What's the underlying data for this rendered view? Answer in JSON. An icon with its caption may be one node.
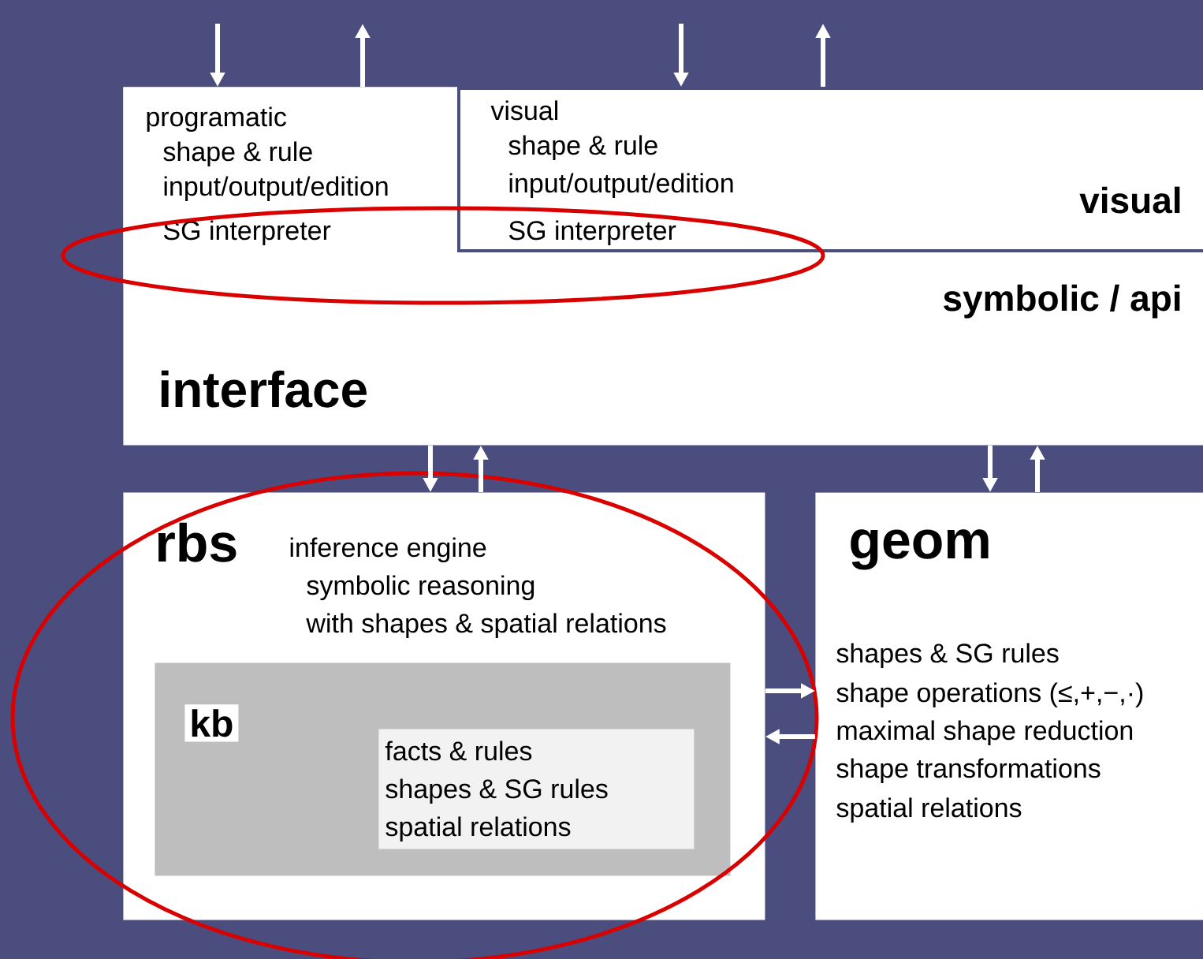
{
  "diagram": {
    "nodes": [
      {
        "text": [
          "symbolic / api",
          "interface"
        ]
      },
      {
        "text": [
          "programatic",
          "shape & rule",
          "input/output/edition",
          "SG interpreter"
        ],
        "in": 0
      },
      {
        "text": [
          "visual",
          "shape & rule",
          "input/output/edition",
          "SG interpreter",
          "visual"
        ],
        "in": 0
      },
      {
        "text": [
          "rbs",
          "inference engine",
          "symbolic reasoning",
          "with shapes & spatial relations"
        ]
      },
      {
        "text": [
          "kb"
        ],
        "in": 3
      },
      {
        "text": [
          "facts & rules",
          "shapes & SG rules",
          "spatial relations"
        ],
        "in": 4
      },
      {
        "text": [
          "geom",
          "shapes & SG rules",
          "shape operations (≤,+,−,·)",
          "maximal shape reduction",
          "shape transformations",
          "spatial relations"
        ]
      }
    ],
    "edges": [
      {
        "from": null,
        "to": 1,
        "arrow": "to"
      },
      {
        "from": 1,
        "to": null,
        "arrow": "to"
      },
      {
        "from": null,
        "to": 2,
        "arrow": "to"
      },
      {
        "from": 2,
        "to": null,
        "arrow": "to"
      },
      {
        "from": 0,
        "to": 3,
        "arrow": "to"
      },
      {
        "from": 3,
        "to": 0,
        "arrow": "to"
      },
      {
        "from": 0,
        "to": 6,
        "arrow": "to"
      },
      {
        "from": 6,
        "to": 0,
        "arrow": "to"
      },
      {
        "from": 3,
        "to": 6,
        "arrow": "to"
      },
      {
        "from": 6,
        "to": 3,
        "arrow": "to"
      }
    ]
  }
}
